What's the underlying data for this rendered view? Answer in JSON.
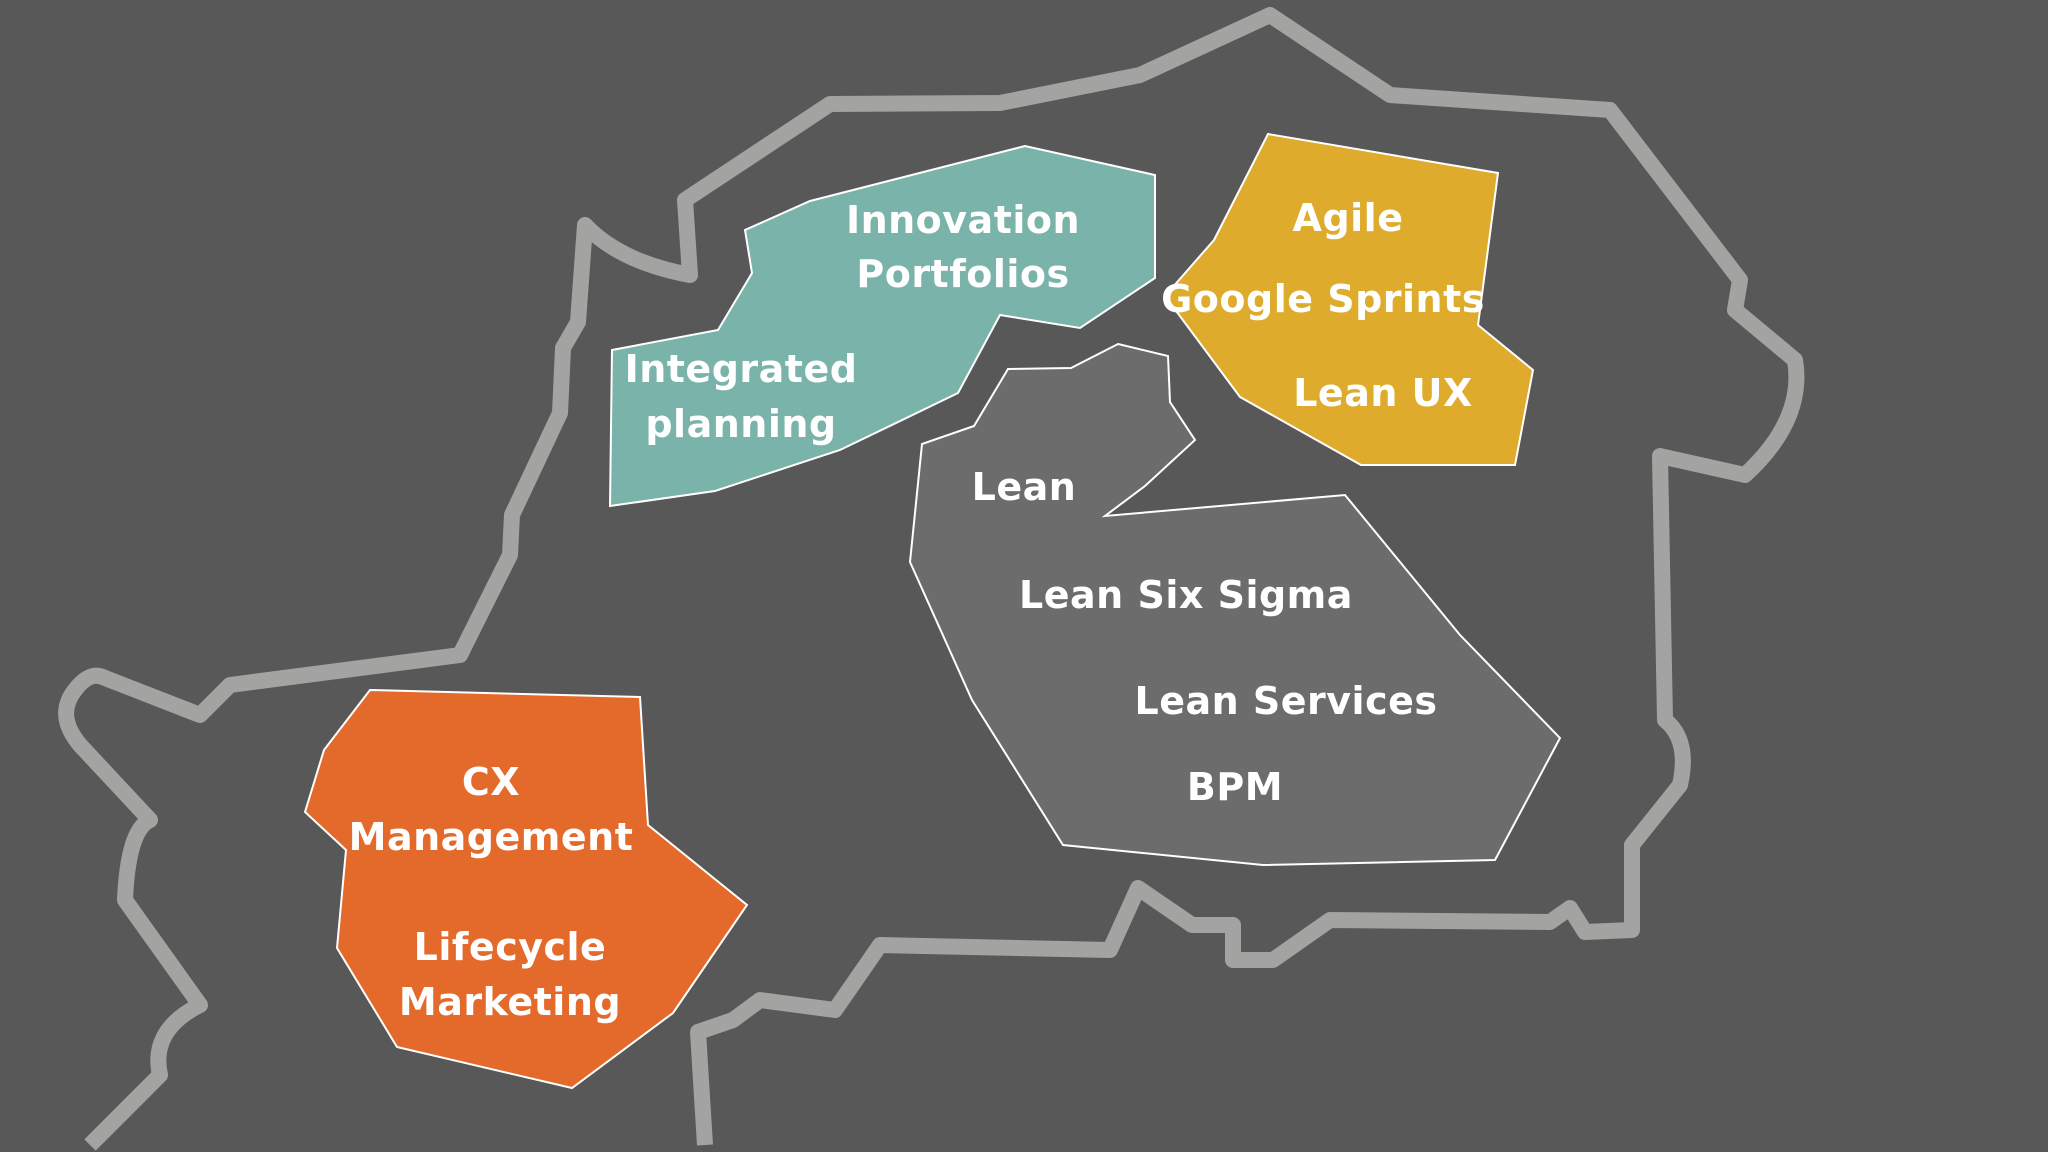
{
  "regions": {
    "innovation": {
      "color": "#7ab3aa",
      "labels": [
        "Innovation",
        "Portfolios",
        "Integrated",
        "planning"
      ]
    },
    "agile": {
      "color": "#deab2c",
      "labels": [
        "Agile",
        "Google Sprints",
        "Lean UX"
      ]
    },
    "lean": {
      "color": "#6c6c6c",
      "labels": [
        "Lean",
        "Lean Six Sigma",
        "Lean Services",
        "BPM"
      ]
    },
    "cx": {
      "color": "#e36a2b",
      "labels": [
        "CX",
        "Management",
        "Lifecycle",
        "Marketing"
      ]
    }
  },
  "outline_color": "#a3a3a1",
  "background_color": "#585858"
}
